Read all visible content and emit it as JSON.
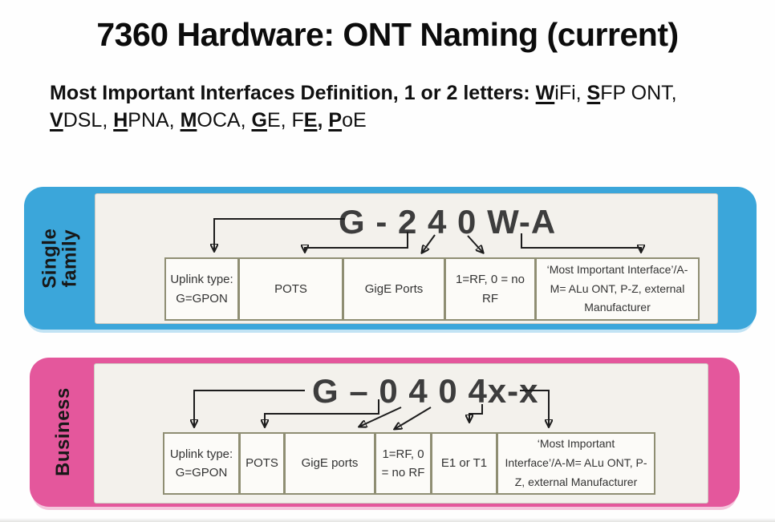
{
  "slide": {
    "title": "7360 Hardware: ONT Naming (current)"
  },
  "subtitle": {
    "segments": [
      {
        "t": "Most Important Interfaces Definition, 1 or 2 letters: ",
        "b": true,
        "u": false
      },
      {
        "t": "W",
        "b": true,
        "u": true
      },
      {
        "t": "iFi, ",
        "b": false,
        "u": false
      },
      {
        "t": "S",
        "b": true,
        "u": true
      },
      {
        "t": "FP ONT,",
        "b": false,
        "u": false,
        "br": true
      },
      {
        "t": "V",
        "b": true,
        "u": true
      },
      {
        "t": "DSL, ",
        "b": false,
        "u": false
      },
      {
        "t": "H",
        "b": true,
        "u": true
      },
      {
        "t": "PNA, ",
        "b": false,
        "u": false
      },
      {
        "t": "M",
        "b": true,
        "u": true
      },
      {
        "t": "OCA, ",
        "b": false,
        "u": false
      },
      {
        "t": "G",
        "b": true,
        "u": true
      },
      {
        "t": "E, F",
        "b": false,
        "u": false
      },
      {
        "t": "E",
        "b": true,
        "u": true
      },
      {
        "t": ", ",
        "b": true,
        "u": false
      },
      {
        "t": "P",
        "b": true,
        "u": true
      },
      {
        "t": "oE",
        "b": false,
        "u": false
      }
    ]
  },
  "colors": {
    "single_family_band": "#3ba6da",
    "single_family_shadow": "#c2e3f4",
    "business_band": "#e4579c",
    "business_shadow": "#f5c6dd",
    "box_border": "#8f8e73",
    "panel_background": "#f3f1ec",
    "code_text": "#3d3d3d"
  },
  "bands": [
    {
      "name": "Single family",
      "label": "Single\nfamily",
      "code": "G - 2 4 0 W-A",
      "boxes": [
        {
          "label": "Uplink type:\nG=GPON"
        },
        {
          "label": "POTS"
        },
        {
          "label": "GigE Ports"
        },
        {
          "label": "1=RF, 0 = no\nRF"
        },
        {
          "label": "‘Most Important Interface’/A-\nM= ALu ONT, P-Z, external\nManufacturer"
        }
      ]
    },
    {
      "name": "Business",
      "label": "Business",
      "code": "G – 0 4 0 4x-x",
      "boxes": [
        {
          "label": "Uplink type:\nG=GPON"
        },
        {
          "label": "POTS"
        },
        {
          "label": "GigE ports"
        },
        {
          "label": "1=RF, 0\n= no RF"
        },
        {
          "label": "E1 or T1"
        },
        {
          "label": "‘Most Important\nInterface’/A-M= ALu ONT, P-\nZ, external Manufacturer"
        }
      ]
    }
  ]
}
